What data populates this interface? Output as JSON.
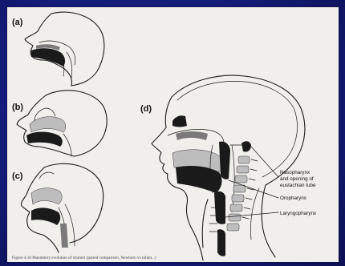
{
  "panels": {
    "a": {
      "label": "(a)"
    },
    "b": {
      "label": "(b)"
    },
    "c": {
      "label": "(c)"
    },
    "d": {
      "label": "(d)"
    }
  },
  "callouts": {
    "nasopharynx_line1": "Nasopharynx",
    "nasopharynx_line2": "and opening of",
    "nasopharynx_line3": "eustachian tube",
    "oropharynx": "Oropharynx",
    "laryngopharynx": "Laryngopharynx"
  },
  "caption": "Figure 4.10  Mandatory evolution of stratum (paired comparison, Newborn vs infant...)"
}
